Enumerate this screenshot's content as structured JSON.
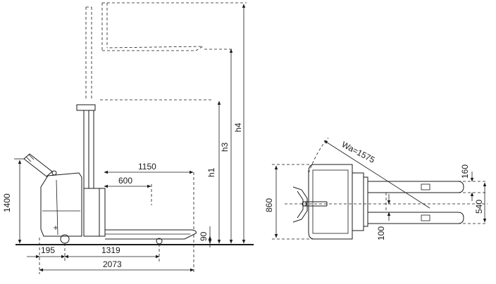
{
  "side_view": {
    "dims": {
      "height_1400": "1400",
      "length_1150": "1150",
      "length_600": "600",
      "height_h1": "h1",
      "height_h3": "h3",
      "height_h4": "h4",
      "height_90": "90",
      "length_195": "195",
      "length_1319": "1319",
      "length_2073": "2073"
    }
  },
  "top_view": {
    "dims": {
      "width_860": "860",
      "turning_radius": "Wa=1575",
      "width_160": "160",
      "width_540": "540",
      "width_100": "100"
    }
  }
}
